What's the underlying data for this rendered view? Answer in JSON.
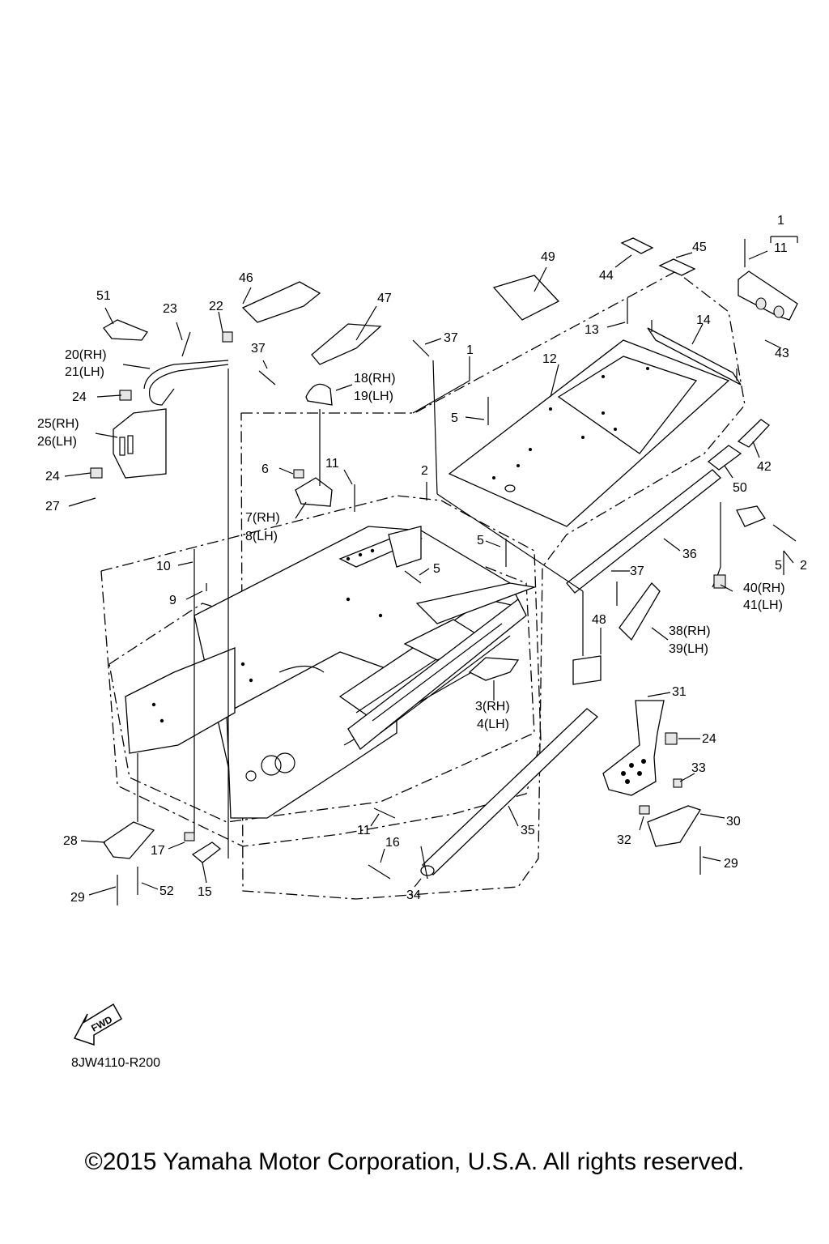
{
  "callouts": [
    {
      "id": "c1",
      "text": "1"
    },
    {
      "id": "c11a",
      "text": "11"
    },
    {
      "id": "c45",
      "text": "45"
    },
    {
      "id": "c44",
      "text": "44"
    },
    {
      "id": "c49",
      "text": "49"
    },
    {
      "id": "c43",
      "text": "43"
    },
    {
      "id": "c13",
      "text": "13"
    },
    {
      "id": "c14",
      "text": "14"
    },
    {
      "id": "c12",
      "text": "12"
    },
    {
      "id": "c1b",
      "text": "1"
    },
    {
      "id": "c37a",
      "text": "37"
    },
    {
      "id": "c47",
      "text": "47"
    },
    {
      "id": "c46",
      "text": "46"
    },
    {
      "id": "c51",
      "text": "51"
    },
    {
      "id": "c23",
      "text": "23"
    },
    {
      "id": "c22",
      "text": "22"
    },
    {
      "id": "c20",
      "text": "20(RH)"
    },
    {
      "id": "c21",
      "text": "21(LH)"
    },
    {
      "id": "c37b",
      "text": "37"
    },
    {
      "id": "c18",
      "text": "18(RH)"
    },
    {
      "id": "c19",
      "text": "19(LH)"
    },
    {
      "id": "c24a",
      "text": "24"
    },
    {
      "id": "c5a",
      "text": "5"
    },
    {
      "id": "c25",
      "text": "25(RH)"
    },
    {
      "id": "c26",
      "text": "26(LH)"
    },
    {
      "id": "c42",
      "text": "42"
    },
    {
      "id": "c6",
      "text": "6"
    },
    {
      "id": "c11b",
      "text": "11"
    },
    {
      "id": "c2",
      "text": "2"
    },
    {
      "id": "c24b",
      "text": "24"
    },
    {
      "id": "c50",
      "text": "50"
    },
    {
      "id": "c27",
      "text": "27"
    },
    {
      "id": "c7",
      "text": "7(RH)"
    },
    {
      "id": "c8",
      "text": "8(LH)"
    },
    {
      "id": "c5b",
      "text": "5"
    },
    {
      "id": "c36",
      "text": "36"
    },
    {
      "id": "c10",
      "text": "10"
    },
    {
      "id": "c5c",
      "text": "5"
    },
    {
      "id": "c5d",
      "text": "5"
    },
    {
      "id": "c2b",
      "text": "2"
    },
    {
      "id": "c37c",
      "text": "37"
    },
    {
      "id": "c40",
      "text": "40(RH)"
    },
    {
      "id": "c41",
      "text": "41(LH)"
    },
    {
      "id": "c9",
      "text": "9"
    },
    {
      "id": "c48",
      "text": "48"
    },
    {
      "id": "c38",
      "text": "38(RH)"
    },
    {
      "id": "c39",
      "text": "39(LH)"
    },
    {
      "id": "c31",
      "text": "31"
    },
    {
      "id": "c3",
      "text": "3(RH)"
    },
    {
      "id": "c4",
      "text": "4(LH)"
    },
    {
      "id": "c24c",
      "text": "24"
    },
    {
      "id": "c33",
      "text": "33"
    },
    {
      "id": "c30",
      "text": "30"
    },
    {
      "id": "c35",
      "text": "35"
    },
    {
      "id": "c11c",
      "text": "11"
    },
    {
      "id": "c32",
      "text": "32"
    },
    {
      "id": "c28",
      "text": "28"
    },
    {
      "id": "c17",
      "text": "17"
    },
    {
      "id": "c16",
      "text": "16"
    },
    {
      "id": "c29a",
      "text": "29"
    },
    {
      "id": "c52",
      "text": "52"
    },
    {
      "id": "c15",
      "text": "15"
    },
    {
      "id": "c34",
      "text": "34"
    },
    {
      "id": "c29b",
      "text": "29"
    }
  ],
  "fwd_label": "FWD",
  "drawing_code": "8JW4110-R200",
  "copyright": "©2015 Yamaha Motor Corporation, U.S.A. All rights reserved.",
  "colors": {
    "line": "#000000",
    "background": "#ffffff",
    "fill": "#e6e6e6"
  }
}
